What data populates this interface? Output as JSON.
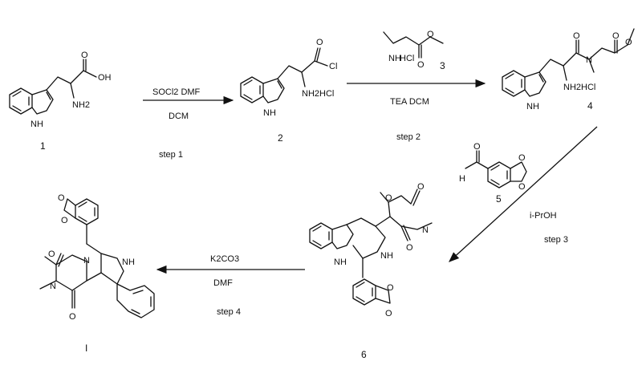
{
  "compounds": [
    {
      "id": "1",
      "labels": {
        "oh": "OH",
        "o": "O",
        "nh2": "NH2",
        "nh": "NH"
      }
    },
    {
      "id": "2",
      "labels": {
        "cl": "Cl",
        "o": "O",
        "nh2hcl": "NH2HCl",
        "nh": "NH"
      }
    },
    {
      "id": "3",
      "labels": {
        "nh": "NH",
        "hcl": "HCl",
        "o1": "O",
        "o2": "O"
      }
    },
    {
      "id": "4",
      "labels": {
        "o1": "O",
        "o2": "O",
        "o3": "O",
        "n": "N",
        "nh2hcl": "NH2HCl",
        "nh": "NH"
      }
    },
    {
      "id": "5",
      "labels": {
        "o_ald": "O",
        "h": "H",
        "o1": "O",
        "o2": "O"
      }
    },
    {
      "id": "6",
      "labels": {
        "o1": "O",
        "o2": "O",
        "o3": "O",
        "o4": "O",
        "n": "N",
        "nh_ring": "NH",
        "nh_indole": "NH",
        "o5": "O"
      }
    },
    {
      "id": "I",
      "labels": {
        "o1": "O",
        "o2": "O",
        "o3": "O",
        "o4": "O",
        "n1": "N",
        "n2": "N",
        "nh": "NH"
      }
    }
  ],
  "steps": [
    {
      "id": "step1",
      "reagent_above": "SOCl2 DMF",
      "reagent_below": "DCM",
      "label": "step 1"
    },
    {
      "id": "step2",
      "reagent_above": "",
      "reagent_below": "TEA  DCM",
      "label": "step 2"
    },
    {
      "id": "step3",
      "reagent_above": "",
      "reagent_below": "i-PrOH",
      "label": "step 3"
    },
    {
      "id": "step4",
      "reagent_above": "K2CO3",
      "reagent_below": "DMF",
      "label": "step 4"
    }
  ]
}
